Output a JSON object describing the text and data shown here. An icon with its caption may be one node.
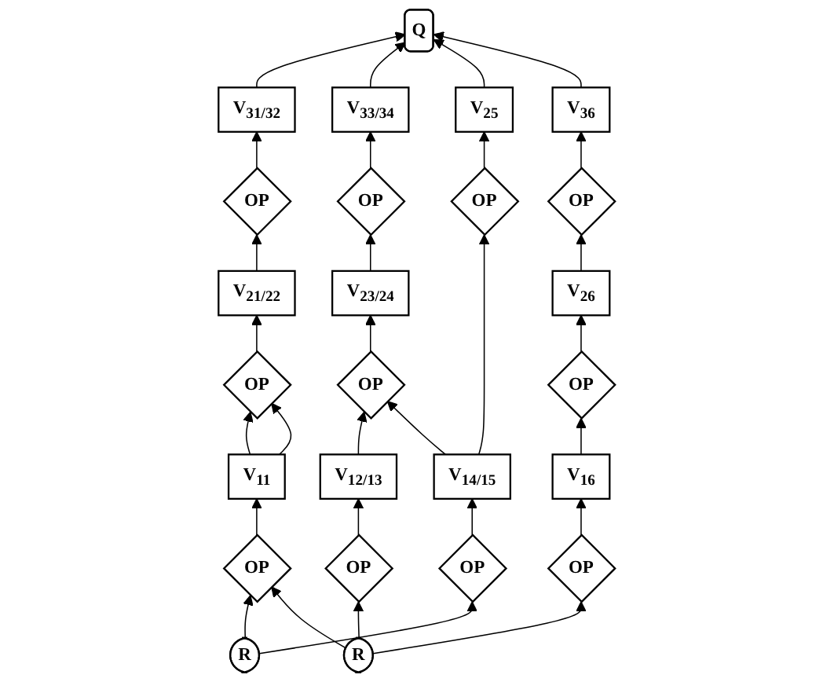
{
  "diagram": {
    "nodes": [
      {
        "text": [
          "Q"
        ]
      },
      {
        "text": [
          "V$_{31/32}$"
        ]
      },
      {
        "text": [
          "V$_{33/34}$"
        ]
      },
      {
        "text": [
          "V$_{36}$"
        ]
      },
      {
        "text": [
          "OP"
        ]
      },
      {
        "text": [
          "OP"
        ]
      },
      {
        "text": [
          "OP"
        ]
      },
      {
        "text": [
          "V$_{21/22}$"
        ]
      },
      {
        "text": [
          "V$_{23/24}$"
        ]
      },
      {
        "text": [
          "V$_{25}$"
        ]
      },
      {
        "text": [
          "V$_{26}$"
        ]
      },
      {
        "text": [
          "OP"
        ]
      },
      {
        "text": [
          "OP"
        ]
      },
      {
        "text": [
          "OP"
        ]
      },
      {
        "text": [
          "OP"
        ]
      },
      {
        "text": [
          "V$_{11}$"
        ]
      },
      {
        "text": [
          "V$_{12/13}$"
        ]
      },
      {
        "text": [
          "V$_{14/15}$"
        ]
      },
      {
        "text": [
          "V$_{16}$"
        ]
      },
      {
        "text": [
          "OP"
        ]
      },
      {
        "text": [
          "OP"
        ]
      },
      {
        "text": [
          "OP"
        ]
      },
      {
        "text": [
          "OP"
        ]
      },
      {
        "text": [
          "R"
        ]
      },
      {
        "text": [
          "R"
        ]
      }
    ],
    "edges": [
      {
        "from": 1,
        "to": 0,
        "arrow": "to"
      },
      {
        "from": 2,
        "to": 0,
        "arrow": "to"
      },
      {
        "from": 9,
        "to": 0,
        "arrow": "to"
      },
      {
        "from": 3,
        "to": 0,
        "arrow": "to"
      },
      {
        "from": 4,
        "to": 1,
        "arrow": "to"
      },
      {
        "from": 5,
        "to": 2,
        "arrow": "to"
      },
      {
        "from": 6,
        "to": 3,
        "arrow": "to"
      },
      {
        "from": 7,
        "to": 4,
        "arrow": "to"
      },
      {
        "from": 8,
        "to": 5,
        "arrow": "to"
      },
      {
        "from": 10,
        "to": 6,
        "arrow": "to"
      },
      {
        "from": 11,
        "to": 7,
        "arrow": "to"
      },
      {
        "from": 12,
        "to": 8,
        "arrow": "to"
      },
      {
        "from": 13,
        "to": 9,
        "arrow": "to"
      },
      {
        "from": 14,
        "to": 10,
        "arrow": "to"
      },
      {
        "from": 15,
        "to": 11,
        "arrow": "to"
      },
      {
        "from": 15,
        "to": 11,
        "arrow": "to"
      },
      {
        "from": 16,
        "to": 12,
        "arrow": "to"
      },
      {
        "from": 17,
        "to": 12,
        "arrow": "to"
      },
      {
        "from": 17,
        "to": 13,
        "arrow": "to"
      },
      {
        "from": 18,
        "to": 14,
        "arrow": "to"
      },
      {
        "from": 19,
        "to": 15,
        "arrow": "to"
      },
      {
        "from": 20,
        "to": 16,
        "arrow": "to"
      },
      {
        "from": 21,
        "to": 17,
        "arrow": "to"
      },
      {
        "from": 22,
        "to": 18,
        "arrow": "to"
      },
      {
        "from": 23,
        "to": 19,
        "arrow": "to"
      },
      {
        "from": 23,
        "to": 21,
        "arrow": "to"
      },
      {
        "from": 24,
        "to": 19,
        "arrow": "to"
      },
      {
        "from": 24,
        "to": 20,
        "arrow": "to"
      },
      {
        "from": 24,
        "to": 22,
        "arrow": "to"
      }
    ]
  }
}
